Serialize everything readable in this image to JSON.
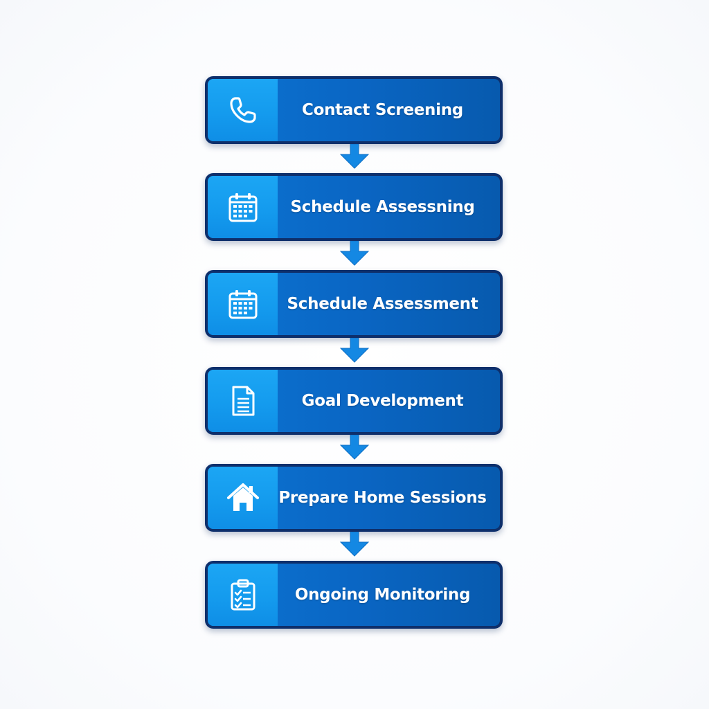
{
  "flow": {
    "colors": {
      "box_fill": "#0a66c4",
      "box_border": "#0e2f6b",
      "icon_panel": "#149bee",
      "arrow": "#1488e3",
      "text": "#ffffff"
    },
    "steps": [
      {
        "label": "Contact Screening",
        "icon": "phone-icon"
      },
      {
        "label": "Schedule Assessning",
        "icon": "calendar-icon"
      },
      {
        "label": "Schedule Assessment",
        "icon": "calendar-icon"
      },
      {
        "label": "Goal Development",
        "icon": "document-icon"
      },
      {
        "label": "Prepare Home Sessions",
        "icon": "home-icon"
      },
      {
        "label": "Ongoing Monitoring",
        "icon": "clipboard-checklist-icon"
      }
    ]
  }
}
